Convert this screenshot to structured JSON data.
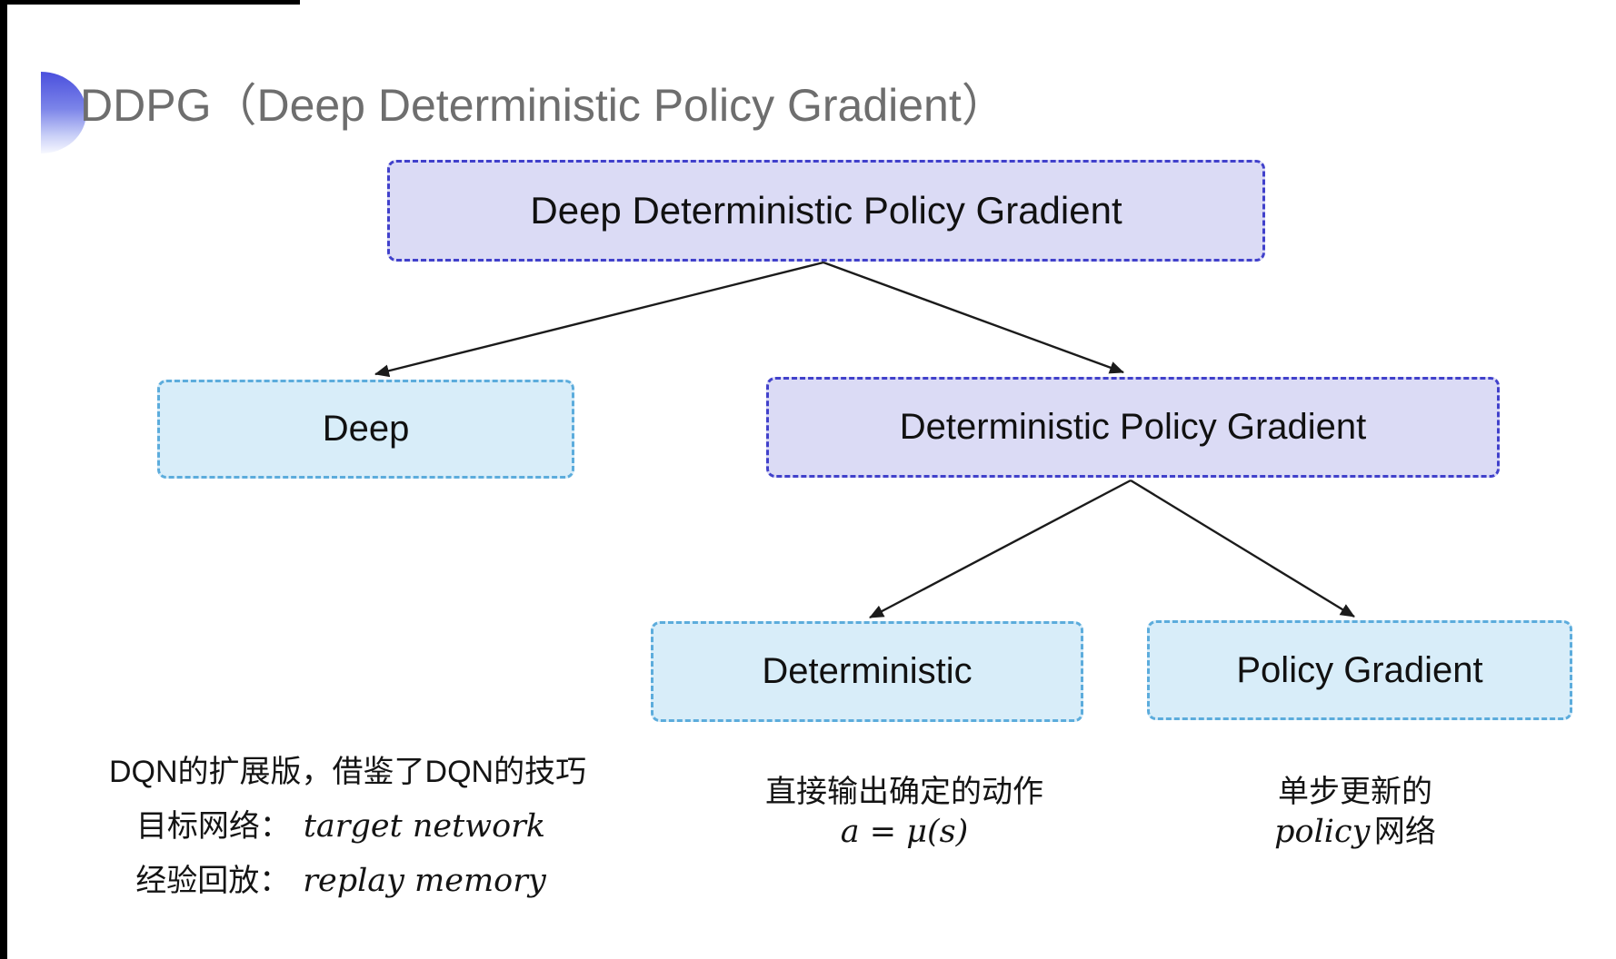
{
  "title": {
    "text": "DDPG（Deep Deterministic Policy Gradient）"
  },
  "diagram": {
    "nodes": [
      {
        "label": "Deep Deterministic Policy Gradient",
        "variant": "purple"
      },
      {
        "label": "Deep",
        "variant": "cyan"
      },
      {
        "label": "Deterministic Policy Gradient",
        "variant": "purple"
      },
      {
        "label": "Deterministic",
        "variant": "cyan"
      },
      {
        "label": "Policy Gradient",
        "variant": "cyan"
      }
    ],
    "colors": {
      "purple_fill": "#dbdbf5",
      "purple_border": "#4141cb",
      "cyan_fill": "#d8edf9",
      "cyan_border": "#5cacdc",
      "arrow": "#1b1b1b",
      "title_gray": "#6e6e6e",
      "bullet_blue": "#4a4fdd"
    }
  },
  "notes": {
    "deep": {
      "line1": "DQN的扩展版，借鉴了DQN的技巧",
      "line2_label": "目标网络：",
      "line2_value": "target network",
      "line3_label": "经验回放：",
      "line3_value": "replay memory"
    },
    "deterministic": {
      "line1": "直接输出确定的动作",
      "line2": "a = μ(s)"
    },
    "policy_gradient": {
      "line1": "单步更新的",
      "line2_italic": "policy",
      "line2_rest": "网络"
    }
  }
}
